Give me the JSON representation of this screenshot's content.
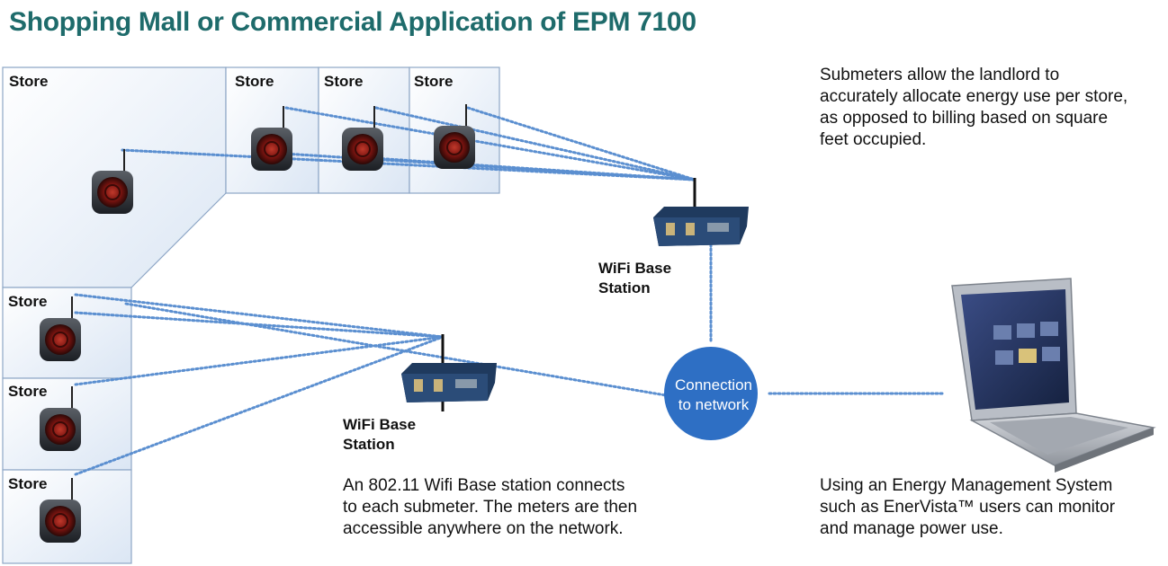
{
  "title": "Shopping Mall or Commercial Application of EPM 7100",
  "store_label": "Store",
  "stores": [
    "Store",
    "Store",
    "Store",
    "Store",
    "Store",
    "Store",
    "Store"
  ],
  "base_station_top": [
    "WiFi Base",
    "Station"
  ],
  "base_station_bottom": [
    "WiFi Base",
    "Station"
  ],
  "connection": [
    "Connection",
    "to network"
  ],
  "submeter_text": [
    "Submeters allow the landlord to",
    "accurately allocate energy use per store,",
    "as opposed to billing based on square",
    "feet occupied."
  ],
  "wifi_text": [
    "An 802.11 Wifi Base station connects",
    "to each submeter. The meters are then",
    "accessible anywhere on the network."
  ],
  "ems_text": [
    "Using an Energy Management System",
    "such as EnerVista™ users can monitor",
    "and manage power use."
  ],
  "colors": {
    "title": "#1e6b6b",
    "link": "#5b8fd0",
    "circle": "#2e6fc4",
    "store_fill": "#e6eef8",
    "store_edge": "#8ea7c6"
  }
}
